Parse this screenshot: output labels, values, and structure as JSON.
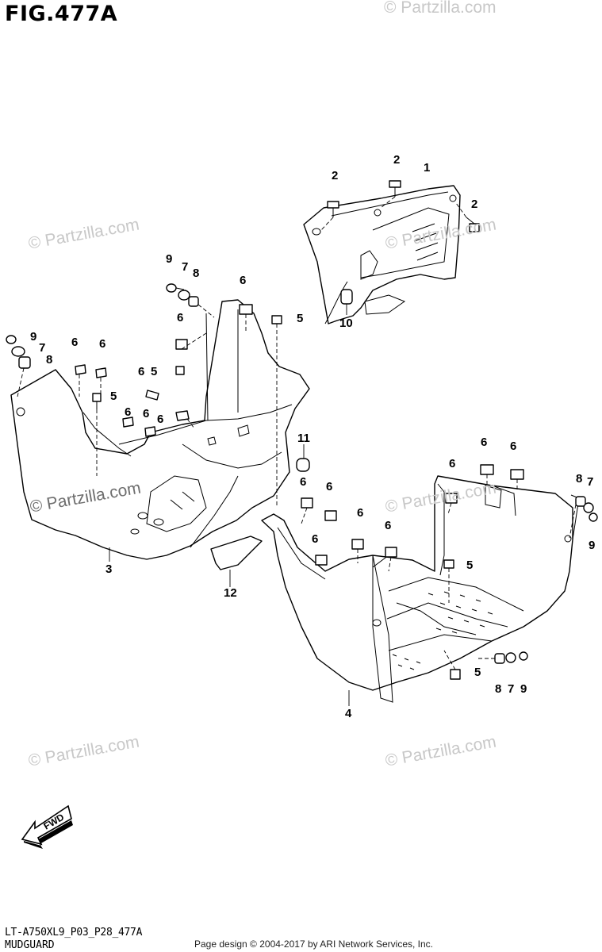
{
  "figure": {
    "title": "FIG.477A",
    "model_code": "LT-A750XL9_P03_P28_477A",
    "section_name": "MUDGUARD",
    "copyright": "Page design © 2004-2017 by ARI Network Services, Inc.",
    "direction_label": "FWD"
  },
  "watermarks": [
    "© Partzilla.com",
    "© Partzilla.com",
    "© Partzilla.com",
    "© Partzilla.com",
    "© Partzilla.com",
    "© Partzilla.com",
    "© Partzilla.com"
  ],
  "callouts": {
    "c1": "1",
    "c2a": "2",
    "c2b": "2",
    "c2c": "2",
    "c10": "10",
    "c9a": "9",
    "c7a": "7",
    "c8a": "8",
    "c6a": "6",
    "c6b": "6",
    "c5a": "5",
    "c9b": "9",
    "c7b": "7",
    "c8b": "8",
    "c6c": "6",
    "c6d": "6",
    "c6e": "6",
    "c5b": "5",
    "c6f": "6",
    "c5c": "5",
    "c6g": "6",
    "c6h": "6",
    "c3": "3",
    "c11": "11",
    "c12": "12",
    "c6i": "6",
    "c6j": "6",
    "c6k": "6",
    "c6l": "6",
    "c6m": "6",
    "c6n": "6",
    "c6o": "6",
    "c8c": "8",
    "c7c": "7",
    "c9c": "9",
    "c5d": "5",
    "c5e": "5",
    "c8d": "8",
    "c7d": "7",
    "c9d": "9",
    "c4": "4"
  },
  "colors": {
    "line": "#000000",
    "watermark": "#c8c8c8",
    "background": "#ffffff"
  }
}
